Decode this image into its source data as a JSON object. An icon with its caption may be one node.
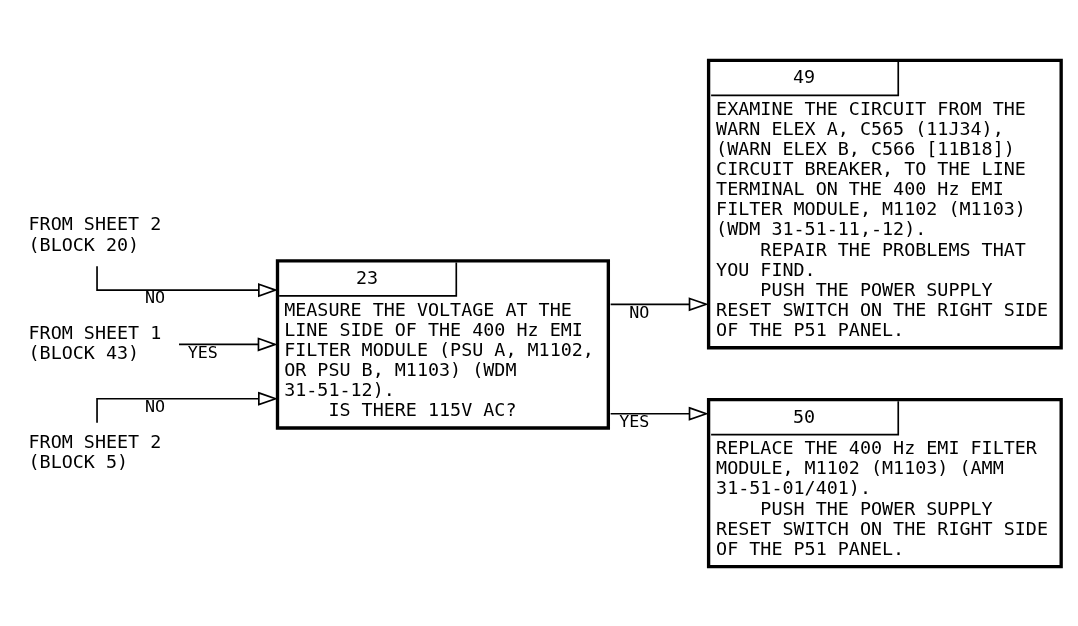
{
  "diagram": {
    "nodes": [
      {
        "text": [
          "FROM SHEET 2 (BLOCK 20)"
        ]
      },
      {
        "text": [
          "FROM SHEET 1 (BLOCK 43)"
        ]
      },
      {
        "text": [
          "FROM SHEET 2 (BLOCK 5)"
        ]
      },
      {
        "text": [
          "23",
          "MEASURE THE VOLTAGE AT THE LINE SIDE OF THE 400 Hz EMI FILTER MODULE (PSU A, M1102, OR PSU B, M1103) (WDM 31-51-12).",
          "IS THERE 115V AC?"
        ]
      },
      {
        "text": [
          "49",
          "EXAMINE THE CIRCUIT FROM THE WARN ELEX A, C565 (11J34), (WARN ELEX B, C566 [11B18]) CIRCUIT BREAKER, TO THE LINE TERMINAL ON THE 400 Hz EMI FILTER MODULE, M1102 (M1103) (WDM 31-51-11,-12).",
          "REPAIR THE PROBLEMS THAT YOU FIND.",
          "PUSH THE POWER SUPPLY RESET SWITCH ON THE RIGHT SIDE OF THE P51 PANEL."
        ]
      },
      {
        "text": [
          "50",
          "REPLACE THE 400 Hz EMI FILTER MODULE, M1102 (M1103) (AMM 31-51-01/401).",
          "PUSH THE POWER SUPPLY RESET SWITCH ON THE RIGHT SIDE OF THE P51 PANEL."
        ]
      }
    ],
    "edges": [
      {
        "from": 0,
        "to": 3,
        "arrow": "to",
        "label": "NO"
      },
      {
        "from": 1,
        "to": 3,
        "arrow": "to",
        "label": "YES"
      },
      {
        "from": 2,
        "to": 3,
        "arrow": "to",
        "label": "NO"
      },
      {
        "from": 3,
        "to": 4,
        "arrow": "to",
        "label": "NO"
      },
      {
        "from": 3,
        "to": 5,
        "arrow": "to",
        "label": "YES"
      }
    ]
  }
}
